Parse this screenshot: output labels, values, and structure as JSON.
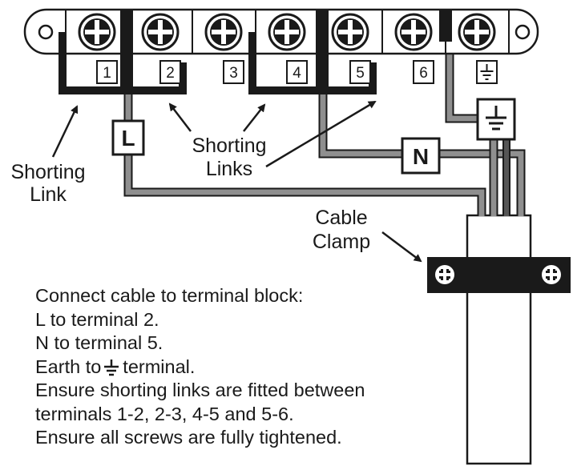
{
  "terminal_block": {
    "terminals": [
      {
        "id": "1",
        "label": "1"
      },
      {
        "id": "2",
        "label": "2"
      },
      {
        "id": "3",
        "label": "3"
      },
      {
        "id": "4",
        "label": "4"
      },
      {
        "id": "5",
        "label": "5"
      },
      {
        "id": "6",
        "label": "6"
      },
      {
        "id": "earth",
        "label": "",
        "icon": "earth-symbol-icon"
      }
    ]
  },
  "wire_badges": {
    "live": "L",
    "neutral": "N",
    "earth_icon": "earth-symbol-icon"
  },
  "callouts": {
    "shorting_link": [
      "Shorting",
      "Link"
    ],
    "shorting_links": [
      "Shorting",
      "Links"
    ],
    "cable_clamp": [
      "Cable",
      "Clamp"
    ]
  },
  "instructions": {
    "line1": "Connect cable to terminal block:",
    "line2": "L to terminal 2.",
    "line3": "N to terminal 5.",
    "line4_before": "Earth to",
    "line4_after": "terminal.",
    "line5": "Ensure shorting links are fitted between",
    "line6": "terminals 1-2, 2-3, 4-5 and 5-6.",
    "line7": "Ensure all screws are fully tightened."
  },
  "colors": {
    "ink": "#1a1a1a",
    "wire_grey": "#8f8f8f",
    "wire_dark": "#555555",
    "background": "#ffffff"
  }
}
